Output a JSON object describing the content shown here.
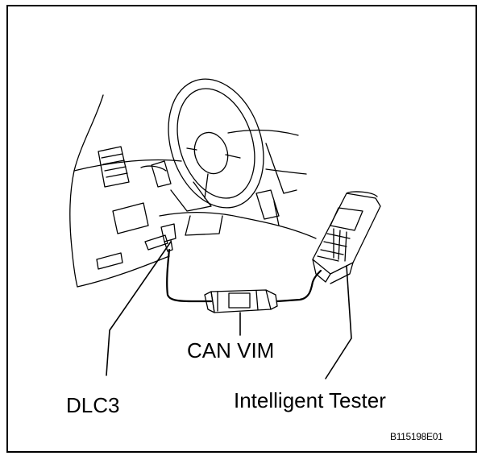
{
  "labels": {
    "can_vim": "CAN VIM",
    "dlc3": "DLC3",
    "intelligent_tester": "Intelligent Tester",
    "figure_code": "B115198E01"
  },
  "colors": {
    "line": "#000000",
    "background": "#ffffff"
  }
}
